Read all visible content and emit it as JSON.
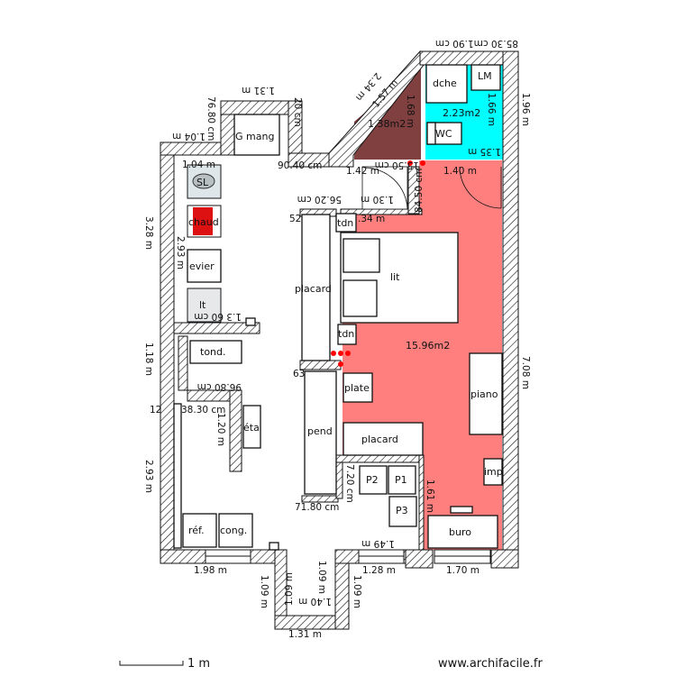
{
  "colors": {
    "bedroom": "#ff7f7f",
    "bathroom": "#00ffff",
    "closet": "#804040",
    "wall_hatch": "#111111"
  },
  "rooms": {
    "closet_area": "1.38m2",
    "bathroom_area": "2.23m2",
    "bedroom_area": "15.96m2"
  },
  "furniture": {
    "sl": "SL",
    "chaud": "chaud",
    "evier": "evier",
    "lt": "lt",
    "tond": "tond.",
    "eta": "éta",
    "ref": "réf.",
    "cong": "cong.",
    "g_mang": "G mang",
    "placard_v": "placard",
    "pend": "pend",
    "lit": "lit",
    "tdn1": "tdn",
    "tdn2": "tdn",
    "plate": "plate",
    "placard_h": "placard",
    "p1": "P1",
    "p2": "P2",
    "p3": "P3",
    "buro": "buro",
    "piano": "piano",
    "imp": "imp",
    "dche": "dche",
    "lm": "LM",
    "wc": "WC"
  },
  "dims": [
    "85.30 cm1.90 cm",
    "2.34 m",
    "1.57 m",
    "1.68 m",
    "1.66 m",
    "1.96 m",
    "1.35 m",
    "1.31 m",
    "76.80 cm",
    "1.04 m",
    "20 cm",
    "90.40 cm",
    "1.42 m",
    "1.40 m",
    "84.50 cm",
    "56.20 cm",
    "1.30 m",
    ".34 m",
    "52",
    "3.28 m",
    "2.93 m",
    "1.3 60 cm",
    "1.18 m",
    "96.80 cm",
    "12",
    "38.30 cm",
    "1.20 m",
    "2.93 m",
    "63",
    "7.08 m",
    "71.80 cm",
    "7.20 cm",
    "1.61 m",
    "1.49 m",
    "1.98 m",
    "1.28 m",
    "1.70 m",
    "1.09 m",
    "1.09 m",
    "1.09 m",
    "1.09 m",
    "1.40 m",
    "1.31 m",
    "15.50 cm",
    "1.04 m"
  ],
  "scale": {
    "label": "1 m"
  },
  "watermark": "www.archifacile.fr"
}
